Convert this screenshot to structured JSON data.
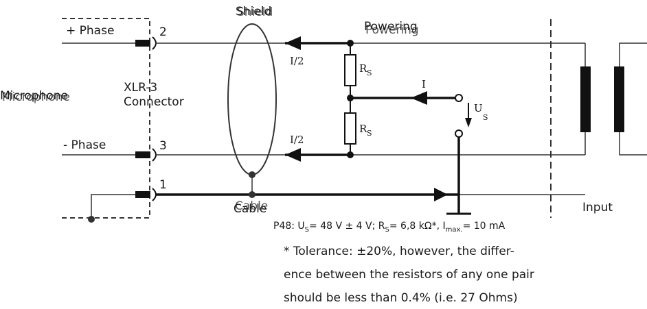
{
  "labels": {
    "shield": "Shield",
    "powering": "Powering",
    "plus_phase": "+ Phase",
    "minus_phase": "- Phase",
    "microphone": "Microphone",
    "xlr_line1": "XLR-3",
    "xlr_line2": "Connector",
    "pin2": "2",
    "pin3": "3",
    "pin1": "1",
    "i_half_top": "I/2",
    "i_half_bottom": "I/2",
    "i_main": "I",
    "r_symbol": "R",
    "r_sub": "S",
    "u_symbol": "U",
    "u_sub": "S",
    "cable": "Cable",
    "input": "Input"
  },
  "specs": {
    "p48_prefix": "P48: U",
    "us_sub": "S",
    "us_value": "= 48 V ± 4 V; R",
    "rs_sub": "S",
    "rs_value": "= 6,8 kΩ*, I",
    "imax_sub": "max.",
    "imax_value": "= 10 mA"
  },
  "tolerance_note": [
    "* Tolerance: ±20%, however, the differ-",
    "ence between the resistors of any one pair",
    "should be less than 0.4% (i.e. 27 Ohms)"
  ]
}
